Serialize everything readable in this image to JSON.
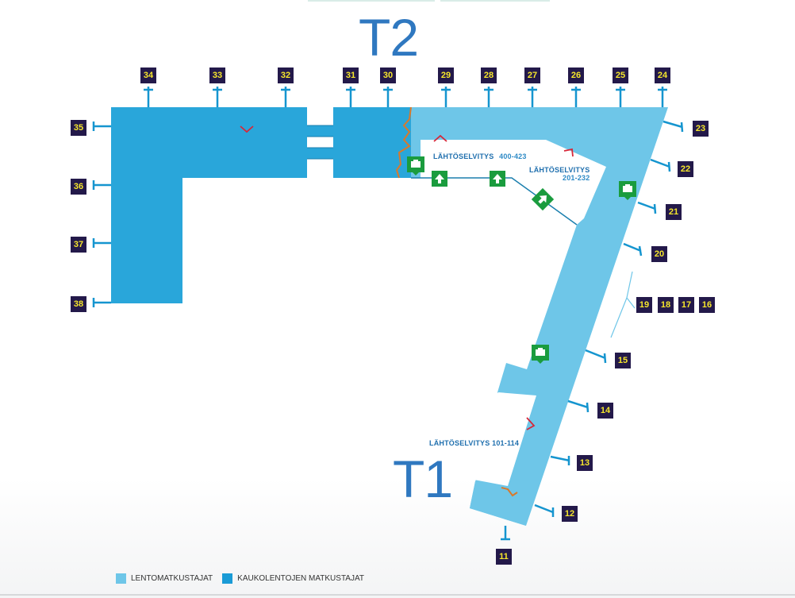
{
  "terminals": {
    "t1": "T1",
    "t2": "T2"
  },
  "checkin": {
    "t2_main": {
      "label": "LÄHTÖSELVITYS",
      "range": "400-423"
    },
    "t2_side": {
      "label": "LÄHTÖSELVITYS",
      "range": "201-232"
    },
    "t1": {
      "label": "LÄHTÖSELVITYS 101-114"
    }
  },
  "gates": {
    "g11": "11",
    "g12": "12",
    "g13": "13",
    "g14": "14",
    "g15": "15",
    "g16": "16",
    "g17": "17",
    "g18": "18",
    "g19": "19",
    "g20": "20",
    "g21": "21",
    "g22": "22",
    "g23": "23",
    "g24": "24",
    "g25": "25",
    "g26": "26",
    "g27": "27",
    "g28": "28",
    "g29": "29",
    "g30": "30",
    "g31": "31",
    "g32": "32",
    "g33": "33",
    "g34": "34",
    "g35": "35",
    "g36": "36",
    "g37": "37",
    "g38": "38"
  },
  "icons": {
    "checkin": "check-in-icon",
    "arrow": "arrow-up-icon",
    "arrow_diag": "arrow-up-right-icon"
  },
  "legend": {
    "short_haul": "LENTOMATKUSTAJAT",
    "long_haul": "KAUKOLENTOJEN MATKUSTAJAT"
  },
  "colors": {
    "short_haul": "#6ec6e8",
    "long_haul": "#29a6da",
    "gate_badge": "#23194a",
    "gate_number": "#f6e62c",
    "terminal_text": "#2f78c0",
    "green_icon": "#1a9c3e"
  }
}
